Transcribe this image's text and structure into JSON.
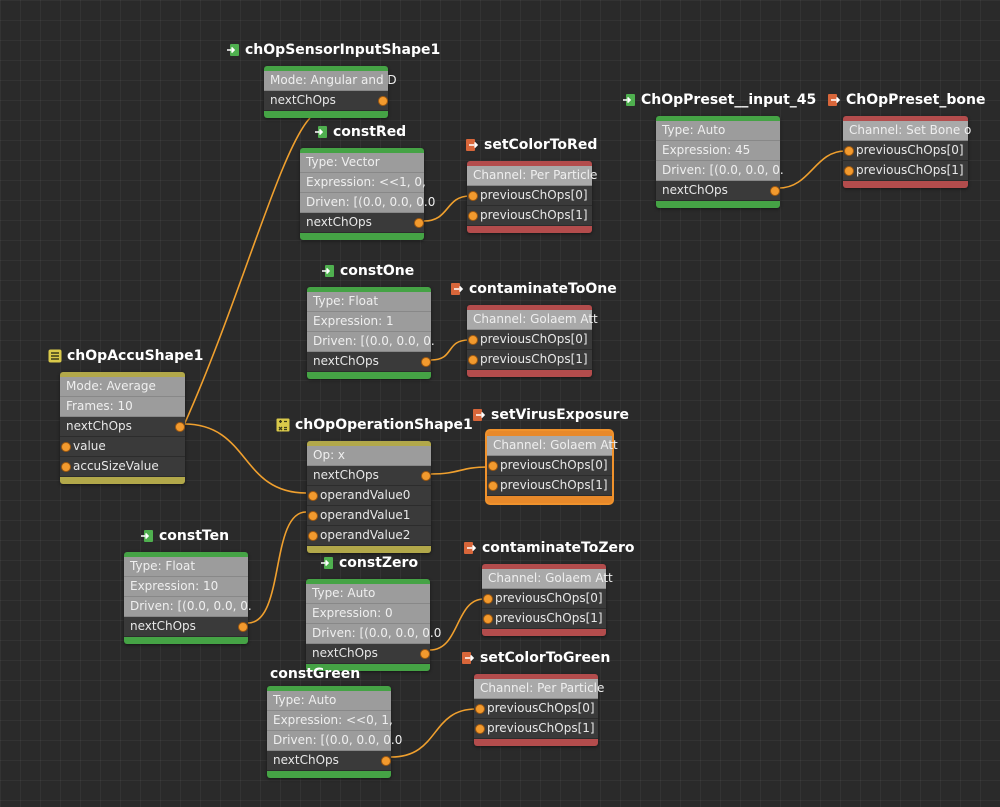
{
  "nodes": {
    "sensor": {
      "title": "chOpSensorInputShape1",
      "attrs": [
        "Mode: Angular and D"
      ],
      "outputs": [
        "nextChOps"
      ]
    },
    "constRed": {
      "title": "constRed",
      "attrs": [
        "Type: Vector",
        "Expression: <<1, 0,",
        "Driven: [(0.0, 0.0, 0.0"
      ],
      "outputs": [
        "nextChOps"
      ]
    },
    "setColorToRed": {
      "title": "setColorToRed",
      "attrs": [
        "Channel: Per Particle"
      ],
      "inputs": [
        "previousChOps[0]",
        "previousChOps[1]"
      ]
    },
    "constOne": {
      "title": "constOne",
      "attrs": [
        "Type: Float",
        "Expression: 1",
        "Driven: [(0.0, 0.0, 0."
      ],
      "outputs": [
        "nextChOps"
      ]
    },
    "contaminateToOne": {
      "title": "contaminateToOne",
      "attrs": [
        "Channel: Golaem Att"
      ],
      "inputs": [
        "previousChOps[0]",
        "previousChOps[1]"
      ]
    },
    "accu": {
      "title": "chOpAccuShape1",
      "attrs": [
        "Mode: Average",
        "Frames: 10"
      ],
      "outputs": [
        "nextChOps"
      ],
      "inputs": [
        "value",
        "accuSizeValue"
      ]
    },
    "operation": {
      "title": "chOpOperationShape1",
      "attrs": [
        "Op: x"
      ],
      "outputs": [
        "nextChOps"
      ],
      "inputs": [
        "operandValue0",
        "operandValue1",
        "operandValue2"
      ]
    },
    "setVirusExposure": {
      "title": "setVirusExposure",
      "attrs": [
        "Channel: Golaem Att"
      ],
      "inputs": [
        "previousChOps[0]",
        "previousChOps[1]"
      ]
    },
    "constTen": {
      "title": "constTen",
      "attrs": [
        "Type: Float",
        "Expression: 10",
        "Driven: [(0.0, 0.0, 0."
      ],
      "outputs": [
        "nextChOps"
      ]
    },
    "constZero": {
      "title": "constZero",
      "attrs": [
        "Type: Auto",
        "Expression: 0",
        "Driven: [(0.0, 0.0, 0.0"
      ],
      "outputs": [
        "nextChOps"
      ]
    },
    "contaminateToZero": {
      "title": "contaminateToZero",
      "attrs": [
        "Channel: Golaem Att"
      ],
      "inputs": [
        "previousChOps[0]",
        "previousChOps[1]"
      ]
    },
    "constGreen": {
      "title": "constGreen",
      "attrs": [
        "Type: Auto",
        "Expression: <<0, 1,",
        "Driven: [(0.0, 0.0, 0.0"
      ],
      "outputs": [
        "nextChOps"
      ]
    },
    "setColorToGreen": {
      "title": "setColorToGreen",
      "attrs": [
        "Channel: Per Particle"
      ],
      "inputs": [
        "previousChOps[0]",
        "previousChOps[1]"
      ]
    },
    "presetInput": {
      "title": "ChOpPreset__input_45",
      "attrs": [
        "Type: Auto",
        "Expression: 45",
        "Driven: [(0.0, 0.0, 0."
      ],
      "outputs": [
        "nextChOps"
      ]
    },
    "presetBone": {
      "title": "ChOpPreset_bone",
      "attrs": [
        "Channel: Set Bone o"
      ],
      "inputs": [
        "previousChOps[0]",
        "previousChOps[1]"
      ]
    }
  },
  "colors": {
    "source_node": "#45a345",
    "sink_node": "#b34c4c",
    "accumulator_node": "#b2a84a",
    "selected_node": "#e8892a",
    "wire": "#f0a02e",
    "port_dot": "#f29a2e"
  },
  "icons": {
    "source": "enter-icon",
    "sink": "exit-icon",
    "accumulator": "stack-icon",
    "operation": "calculator-icon"
  }
}
